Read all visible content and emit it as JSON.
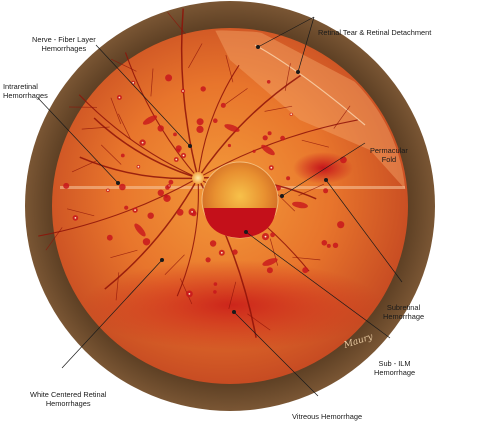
{
  "labels": {
    "retinal_tear": [
      "Retinal Tear & Retinal Detachment"
    ],
    "nfl": [
      "Nerve - Fiber Layer",
      "Hemorrhages"
    ],
    "intraretinal": [
      "Intraretinal",
      "Hemorrhages"
    ],
    "permacular": [
      "Permacular",
      "Fold"
    ],
    "subretinal": [
      "Subretinal",
      "Hemorrhage"
    ],
    "sub_ilm": [
      "Sub - ILM",
      "Hemorrhage"
    ],
    "white_centered": [
      "White Centered Retinal",
      "Hemorrhages"
    ],
    "vitreous": [
      "Vitreous Hemorrhage"
    ]
  },
  "signature": "Maury",
  "colors": {
    "rim": "#6b4a2a",
    "retina_center": "#f08a2c",
    "retina_edge": "#c73a1f",
    "vessel": "#8e1208",
    "hemorrhage": "#c8161c",
    "macula": "#f0a53a",
    "leader": "#1a1a1a"
  }
}
